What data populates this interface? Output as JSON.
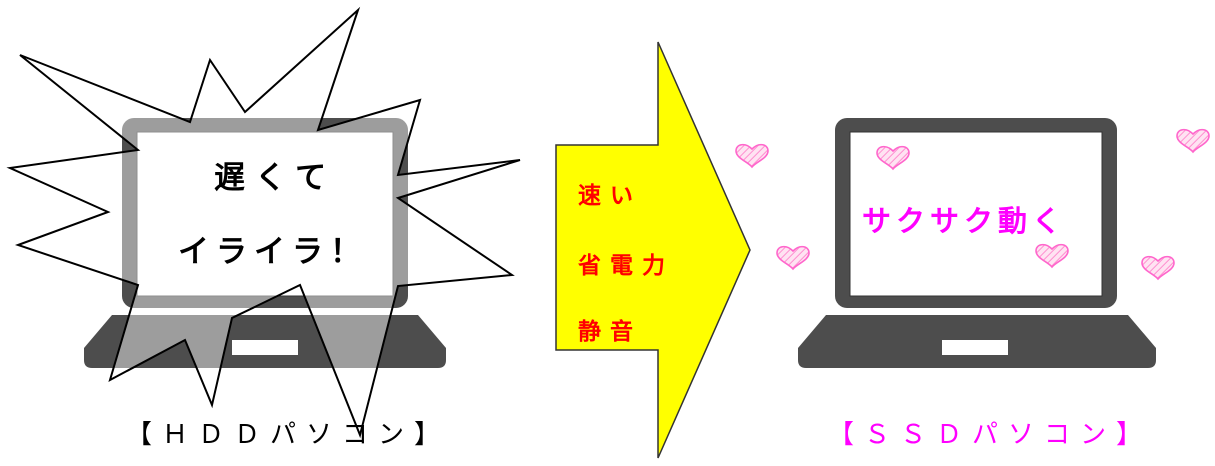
{
  "left": {
    "screen_text_line1": "遅くて",
    "screen_text_line2": "イライラ！",
    "caption": "【ＨＤＤパソコン】"
  },
  "arrow": {
    "items": [
      "速い",
      "省電力",
      "静音"
    ]
  },
  "right": {
    "screen_text": "サクサク動く",
    "caption": "【ＳＳＤパソコン】"
  },
  "colors": {
    "laptop": "#4d4d4d",
    "arrow_fill": "#ffff00",
    "arrow_text": "#ff0000",
    "ssd_text": "#ff00ff",
    "caption_left": "#000000",
    "caption_right": "#ff00ff",
    "heart_stroke": "#ff66cc",
    "heart_fill": "#ffd6ec"
  }
}
